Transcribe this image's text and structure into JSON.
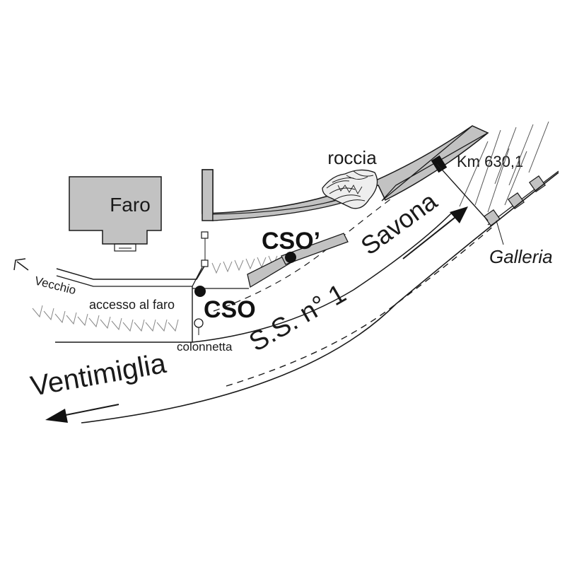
{
  "labels": {
    "faro": "Faro",
    "roccia": "roccia",
    "km": "Km 630,1",
    "cso_prime": "CSO’",
    "cso": "CSO",
    "savona": "Savona",
    "galleria": "Galleria",
    "vecchio": "Vecchio",
    "accesso": "accesso al faro",
    "colonnetta": "colonnetta",
    "road": "S.S. n° 1",
    "ventimiglia": "Ventimiglia"
  },
  "colors": {
    "fill_gray": "#c2c2c2",
    "stroke": "#1a1a1a",
    "hatch": "#888888",
    "background": "#ffffff"
  },
  "icons": {
    "arrow_savona": "arrow-up-right-icon",
    "arrow_ventimiglia": "arrow-left-icon",
    "arrow_vecchio": "arrow-up-left-icon",
    "survey_point": "filled-circle-icon",
    "colonnetta_marker": "open-circle-icon"
  }
}
